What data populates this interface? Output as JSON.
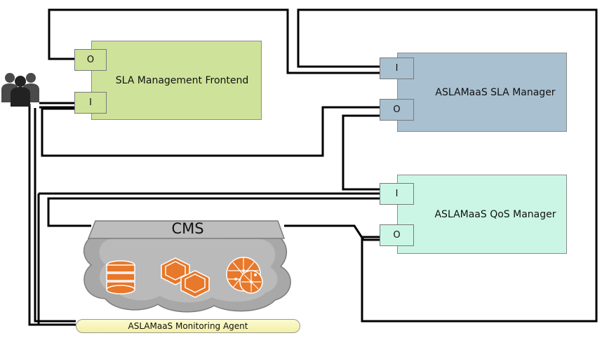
{
  "frontend": {
    "title": "SLA Management Frontend",
    "out_port": "O",
    "in_port": "I"
  },
  "sla_manager": {
    "title": "ASLAMaaS SLA Manager",
    "in_port": "I",
    "out_port": "O"
  },
  "qos_manager": {
    "title": "ASLAMaaS QoS Manager",
    "in_port": "I",
    "out_port": "O"
  },
  "cms": {
    "title": "CMS",
    "icons": [
      "database-icon",
      "stacked-boxes-icon",
      "globe-network-icon"
    ],
    "accent": "#e8782a"
  },
  "monitoring_agent": {
    "label": "ASLAMaaS Monitoring Agent"
  },
  "users": {
    "icon": "users-group-icon"
  },
  "colors": {
    "frontend_fill": "#cfe29a",
    "sla_manager_fill": "#a9c0d0",
    "qos_manager_fill": "#cbf6e6",
    "cloud_fill": "#a8a8a8",
    "wire": "#000000"
  }
}
